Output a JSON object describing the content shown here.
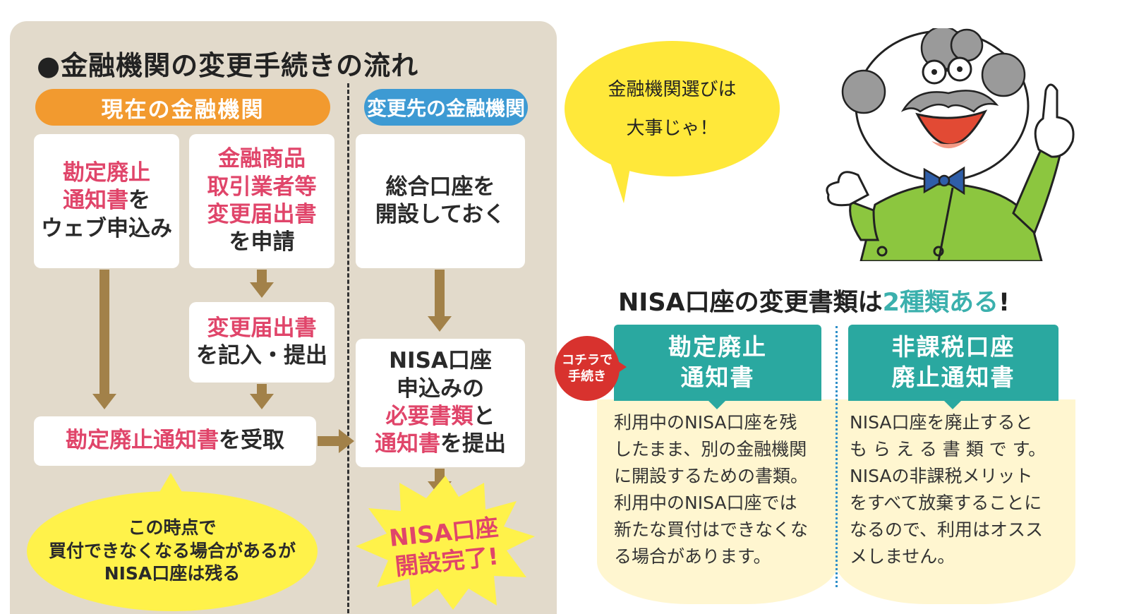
{
  "flow": {
    "title": "●金融機関の変更手続きの流れ",
    "current_label": "現在の金融機関",
    "dest_label": "変更先の金融機関",
    "notice_request": {
      "l1": "勘定廃止",
      "l2a": "通知書",
      "l2b": "を",
      "l3": "ウェブ申込み"
    },
    "change_request": {
      "l1": "金融商品",
      "l2": "取引業者等",
      "l3": "変更届出書",
      "l4": "を申請"
    },
    "change_submit": {
      "l1": "変更届出書",
      "l2": "を記入・提出"
    },
    "receive": {
      "a": "勘定廃止通知書",
      "b": "を受取"
    },
    "open_general": {
      "l1": "総合口座を",
      "l2": "開設しておく"
    },
    "nisa_submit": {
      "l1": "NISA口座",
      "l2": "申込みの",
      "l3a": "必要書類",
      "l3b": "と",
      "l4a": "通知書",
      "l4b": "を提出"
    },
    "note": {
      "l1": "この時点で",
      "l2": "買付できなくなる場合があるが",
      "l3": "NISA口座は残る"
    },
    "complete": {
      "l1": "NISA口座",
      "l2": "開設完了!"
    }
  },
  "speech": {
    "l1": "金融機関選びは",
    "l2": "大事じゃ！"
  },
  "docs": {
    "title_a": "NISA口座の変更書類は",
    "title_b": "2種類ある",
    "title_c": "!",
    "badge": {
      "l1": "コチラで",
      "l2": "手続き"
    },
    "a": {
      "h1": "勘定廃止",
      "h2": "通知書",
      "lines": [
        "利用中のNISA口座を残",
        "したまま、別の金融機関",
        "に開設するための書類。",
        "利用中のNISA口座では",
        "新たな買付はできなくな",
        "る場合があります。"
      ]
    },
    "b": {
      "h1": "非課税口座",
      "h2": "廃止通知書",
      "lines": [
        "NISA口座を廃止すると",
        "も ら え る 書 類 で す。",
        "NISAの非課税メリット",
        "をすべて放棄することに",
        "なるので、利用はオスス",
        "メしません。"
      ]
    }
  },
  "colors": {
    "orange": "#f29a2f",
    "blue": "#3d9ad3",
    "pink": "#e0456a",
    "arrow": "#a28149",
    "teal": "#2aa8a0",
    "yellow": "#fff24a",
    "badge_red": "#d8322e"
  }
}
